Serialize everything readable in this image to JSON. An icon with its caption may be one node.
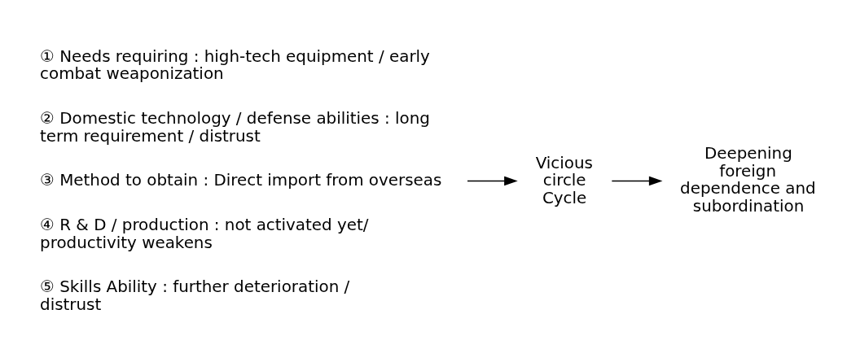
{
  "diagram": {
    "nodes": [
      {
        "text": [
          "① Needs requiring : high-tech equipment / early combat weaponization",
          "② Domestic technology / defense abilities : long term requirement / distrust",
          "③ Method to obtain : Direct import from overseas",
          "④ R & D / production : not activated yet/ productivity weakens",
          "⑤ Skills Ability : further deterioration / distrust"
        ]
      },
      {
        "text": [
          "Vicious circle Cycle"
        ]
      },
      {
        "text": [
          "Deepening foreign dependence and subordination"
        ]
      }
    ],
    "edges": [
      {
        "from": 0,
        "to": 1,
        "arrow": "to"
      },
      {
        "from": 1,
        "to": 2,
        "arrow": "to"
      }
    ]
  }
}
